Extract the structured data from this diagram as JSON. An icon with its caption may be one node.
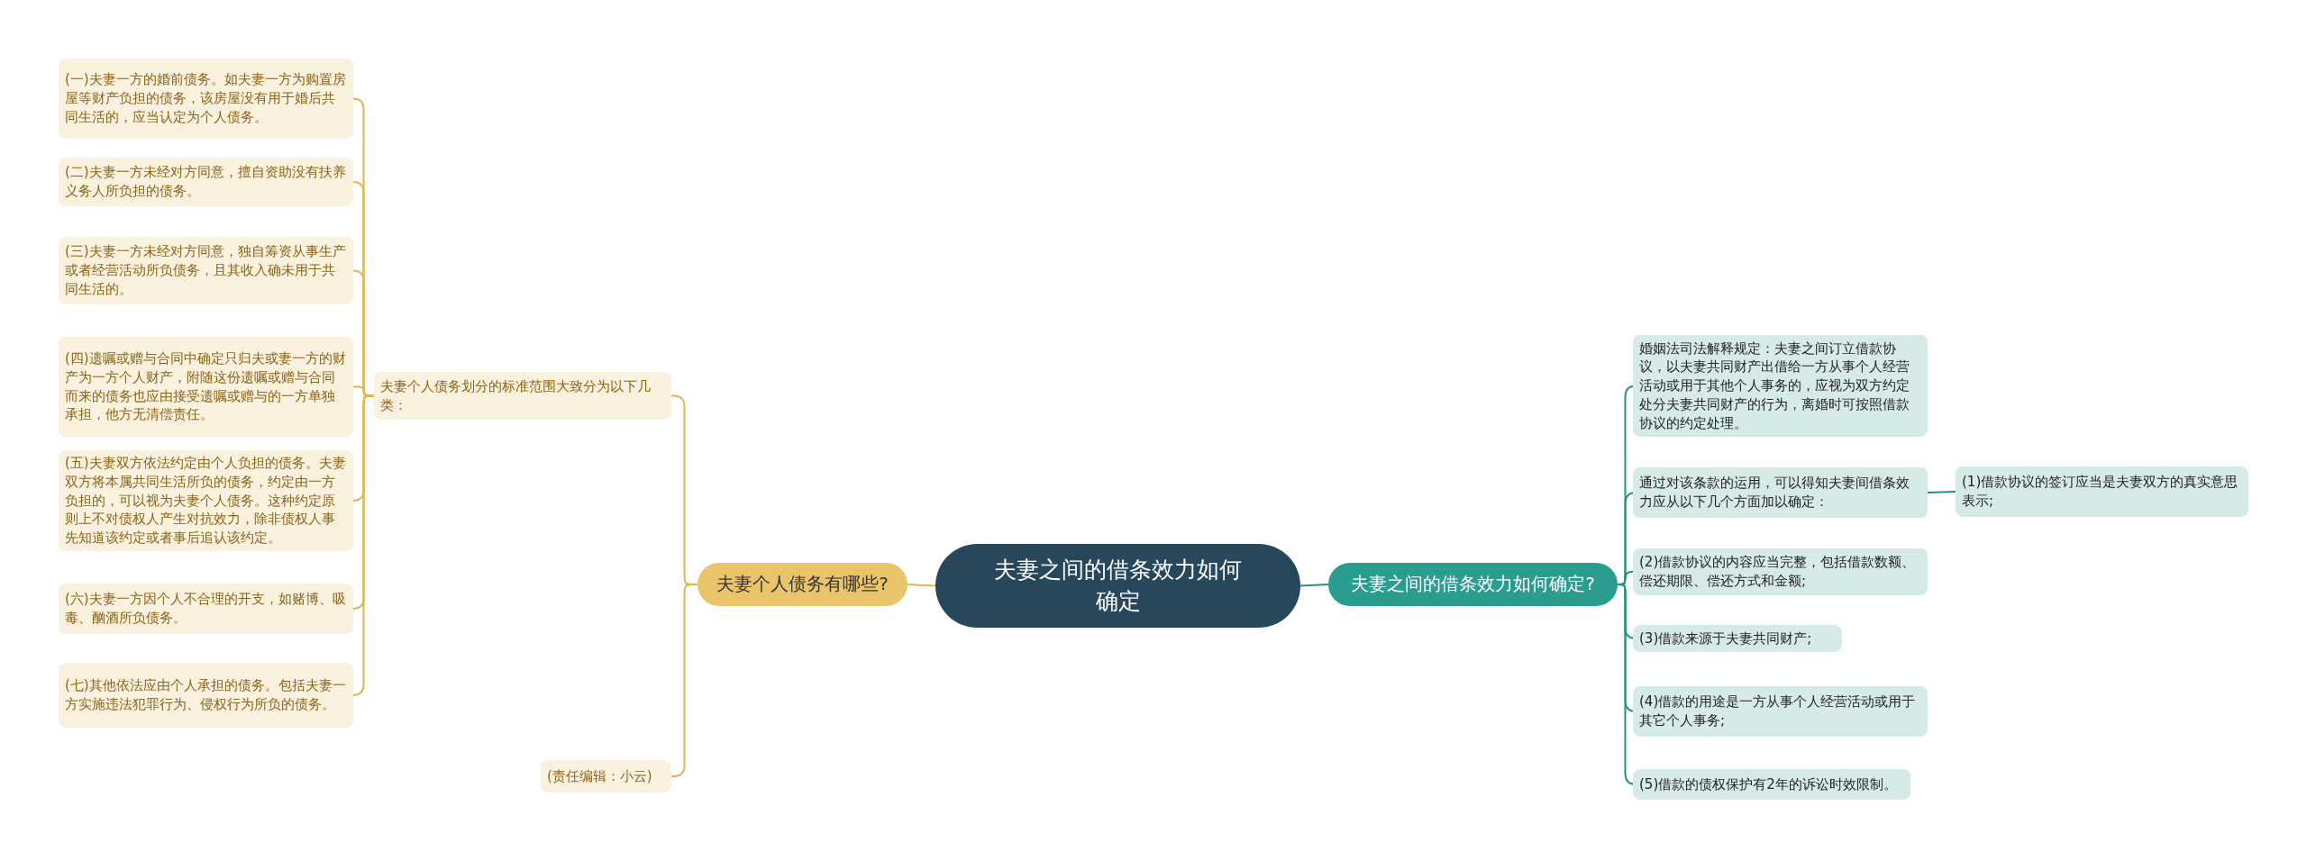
{
  "diagram": {
    "nodes": [
      {
        "text": [
          "夫妻之间的借条效力如何确定"
        ]
      },
      {
        "text": [
          "夫妻个人债务有哪些?"
        ]
      },
      {
        "text": [
          "夫妻个人债务划分的标准范围大致分为以下几类："
        ]
      },
      {
        "text": [
          "(一)夫妻一方的婚前债务。如夫妻一方为购置房屋等财产负担的债务，该房屋没有用于婚后共同生活的，应当认定为个人债务。"
        ]
      },
      {
        "text": [
          "(二)夫妻一方未经对方同意，擅自资助没有扶养义务人所负担的债务。"
        ]
      },
      {
        "text": [
          "(三)夫妻一方未经对方同意，独自筹资从事生产或者经营活动所负债务，且其收入确未用于共同生活的。"
        ]
      },
      {
        "text": [
          "(四)遗嘱或赠与合同中确定只归夫或妻一方的财产为一方个人财产，附随这份遗嘱或赠与合同而来的债务也应由接受遗嘱或赠与的一方单独承担，他方无清偿责任。"
        ]
      },
      {
        "text": [
          "(五)夫妻双方依法约定由个人负担的债务。夫妻双方将本属共同生活所负的债务，约定由一方负担的，可以视为夫妻个人债务。这种约定原则上不对债权人产生对抗效力，除非债权人事先知道该约定或者事后追认该约定。"
        ]
      },
      {
        "text": [
          "(六)夫妻一方因个人不合理的开支，如赌博、吸毒、酗酒所负债务。"
        ]
      },
      {
        "text": [
          "(七)其他依法应由个人承担的债务。包括夫妻一方实施违法犯罪行为、侵权行为所负的债务。"
        ]
      },
      {
        "text": [
          "(责任编辑：小云)"
        ]
      },
      {
        "text": [
          "夫妻之间的借条效力如何确定?"
        ]
      },
      {
        "text": [
          "婚姻法司法解释规定：夫妻之间订立借款协议，以夫妻共同财产出借给一方从事个人经营活动或用于其他个人事务的，应视为双方约定处分夫妻共同财产的行为，离婚时可按照借款协议的约定处理。"
        ]
      },
      {
        "text": [
          "通过对该条款的运用，可以得知夫妻间借条效力应从以下几个方面加以确定："
        ]
      },
      {
        "text": [
          "(1)借款协议的签订应当是夫妻双方的真实意思表示;"
        ]
      },
      {
        "text": [
          "(2)借款协议的内容应当完整，包括借款数额、偿还期限、偿还方式和金额;"
        ]
      },
      {
        "text": [
          "(3)借款来源于夫妻共同财产;"
        ]
      },
      {
        "text": [
          "(4)借款的用途是一方从事个人经营活动或用于其它个人事务;"
        ]
      },
      {
        "text": [
          "(5)借款的债权保护有2年的诉讼时效限制。"
        ]
      }
    ],
    "edges": [
      {
        "from": 0,
        "to": 1,
        "arrow": "none"
      },
      {
        "from": 1,
        "to": 2,
        "arrow": "none"
      },
      {
        "from": 2,
        "to": 3,
        "arrow": "none"
      },
      {
        "from": 2,
        "to": 4,
        "arrow": "none"
      },
      {
        "from": 2,
        "to": 5,
        "arrow": "none"
      },
      {
        "from": 2,
        "to": 6,
        "arrow": "none"
      },
      {
        "from": 2,
        "to": 7,
        "arrow": "none"
      },
      {
        "from": 2,
        "to": 8,
        "arrow": "none"
      },
      {
        "from": 2,
        "to": 9,
        "arrow": "none"
      },
      {
        "from": 1,
        "to": 10,
        "arrow": "none"
      },
      {
        "from": 0,
        "to": 11,
        "arrow": "none",
        "color": "#2a9080"
      },
      {
        "from": 11,
        "to": 12,
        "arrow": "none",
        "color": "#2a9080"
      },
      {
        "from": 11,
        "to": 13,
        "arrow": "none",
        "color": "#2a9080"
      },
      {
        "from": 13,
        "to": 14,
        "arrow": "none",
        "color": "#2a9080"
      },
      {
        "from": 11,
        "to": 15,
        "arrow": "none",
        "color": "#2a9080"
      },
      {
        "from": 11,
        "to": 16,
        "arrow": "none",
        "color": "#2a9080"
      },
      {
        "from": 11,
        "to": 17,
        "arrow": "none",
        "color": "#2a9080"
      },
      {
        "from": 11,
        "to": 18,
        "arrow": "none",
        "color": "#2a9080"
      }
    ]
  }
}
